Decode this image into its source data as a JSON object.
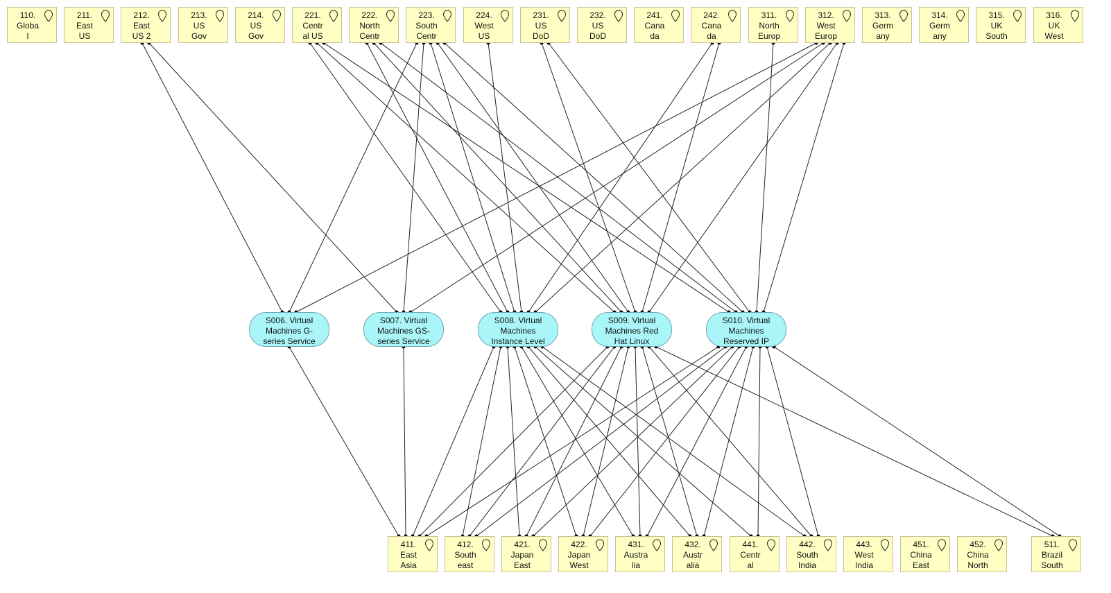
{
  "top_locations": [
    {
      "id": "110",
      "label": "110.\nGloba\nl"
    },
    {
      "id": "211",
      "label": "211.\nEast\nUS"
    },
    {
      "id": "212",
      "label": "212.\nEast\nUS 2"
    },
    {
      "id": "213",
      "label": "213.\nUS\nGov"
    },
    {
      "id": "214",
      "label": "214.\nUS\nGov"
    },
    {
      "id": "221",
      "label": "221.\nCentr\nal US"
    },
    {
      "id": "222",
      "label": "222.\nNorth\nCentr"
    },
    {
      "id": "223",
      "label": "223.\nSouth\nCentr"
    },
    {
      "id": "224",
      "label": "224.\nWest\nUS"
    },
    {
      "id": "231",
      "label": "231.\nUS\nDoD"
    },
    {
      "id": "232",
      "label": "232.\nUS\nDoD"
    },
    {
      "id": "241",
      "label": "241.\nCana\nda"
    },
    {
      "id": "242",
      "label": "242.\nCana\nda"
    },
    {
      "id": "311",
      "label": "311.\nNorth\nEurop"
    },
    {
      "id": "312",
      "label": "312.\nWest\nEurop"
    },
    {
      "id": "313",
      "label": "313.\nGerm\nany"
    },
    {
      "id": "314",
      "label": "314.\nGerm\nany"
    },
    {
      "id": "315",
      "label": "315.\nUK\nSouth"
    },
    {
      "id": "316",
      "label": "316.\nUK\nWest"
    }
  ],
  "services": [
    {
      "id": "S006",
      "label": "S006. Virtual\nMachines G-\nseries Service"
    },
    {
      "id": "S007",
      "label": "S007. Virtual\nMachines GS-\nseries Service"
    },
    {
      "id": "S008",
      "label": "S008. Virtual\nMachines\nInstance Level"
    },
    {
      "id": "S009",
      "label": "S009. Virtual\nMachines Red\nHat Linux"
    },
    {
      "id": "S010",
      "label": "S010. Virtual\nMachines\nReserved IP"
    }
  ],
  "bottom_locations": [
    {
      "id": "411",
      "label": "411.\nEast\nAsia"
    },
    {
      "id": "412",
      "label": "412.\nSouth\neast"
    },
    {
      "id": "421",
      "label": "421.\nJapan\nEast"
    },
    {
      "id": "422",
      "label": "422.\nJapan\nWest"
    },
    {
      "id": "431",
      "label": "431.\nAustra\nlia"
    },
    {
      "id": "432",
      "label": "432.\nAustr\nalia"
    },
    {
      "id": "441",
      "label": "441.\nCentr\nal"
    },
    {
      "id": "442",
      "label": "442.\nSouth\nIndia"
    },
    {
      "id": "443",
      "label": "443.\nWest\nIndia"
    },
    {
      "id": "451",
      "label": "451.\nChina\nEast"
    },
    {
      "id": "452",
      "label": "452.\nChina\nNorth"
    },
    {
      "id": "511",
      "label": "511.\nBrazil\nSouth"
    }
  ],
  "connections": [
    [
      "212",
      "S006"
    ],
    [
      "212",
      "S007"
    ],
    [
      "221",
      "S008"
    ],
    [
      "221",
      "S009"
    ],
    [
      "221",
      "S010"
    ],
    [
      "222",
      "S008"
    ],
    [
      "222",
      "S009"
    ],
    [
      "222",
      "S010"
    ],
    [
      "223",
      "S006"
    ],
    [
      "223",
      "S007"
    ],
    [
      "223",
      "S008"
    ],
    [
      "223",
      "S009"
    ],
    [
      "223",
      "S010"
    ],
    [
      "224",
      "S008"
    ],
    [
      "231",
      "S009"
    ],
    [
      "231",
      "S010"
    ],
    [
      "242",
      "S008"
    ],
    [
      "242",
      "S009"
    ],
    [
      "311",
      "S010"
    ],
    [
      "312",
      "S006"
    ],
    [
      "312",
      "S007"
    ],
    [
      "312",
      "S008"
    ],
    [
      "312",
      "S009"
    ],
    [
      "312",
      "S010"
    ],
    [
      "S006",
      "411"
    ],
    [
      "S007",
      "411"
    ],
    [
      "S008",
      "411"
    ],
    [
      "S008",
      "412"
    ],
    [
      "S008",
      "421"
    ],
    [
      "S008",
      "422"
    ],
    [
      "S008",
      "431"
    ],
    [
      "S008",
      "432"
    ],
    [
      "S008",
      "441"
    ],
    [
      "S008",
      "442"
    ],
    [
      "S009",
      "411"
    ],
    [
      "S009",
      "412"
    ],
    [
      "S009",
      "421"
    ],
    [
      "S009",
      "422"
    ],
    [
      "S009",
      "431"
    ],
    [
      "S009",
      "432"
    ],
    [
      "S009",
      "442"
    ],
    [
      "S009",
      "511"
    ],
    [
      "S010",
      "411"
    ],
    [
      "S010",
      "412"
    ],
    [
      "S010",
      "421"
    ],
    [
      "S010",
      "422"
    ],
    [
      "S010",
      "431"
    ],
    [
      "S010",
      "432"
    ],
    [
      "S010",
      "441"
    ],
    [
      "S010",
      "442"
    ],
    [
      "S010",
      "511"
    ]
  ],
  "icon": "map-pin-icon"
}
